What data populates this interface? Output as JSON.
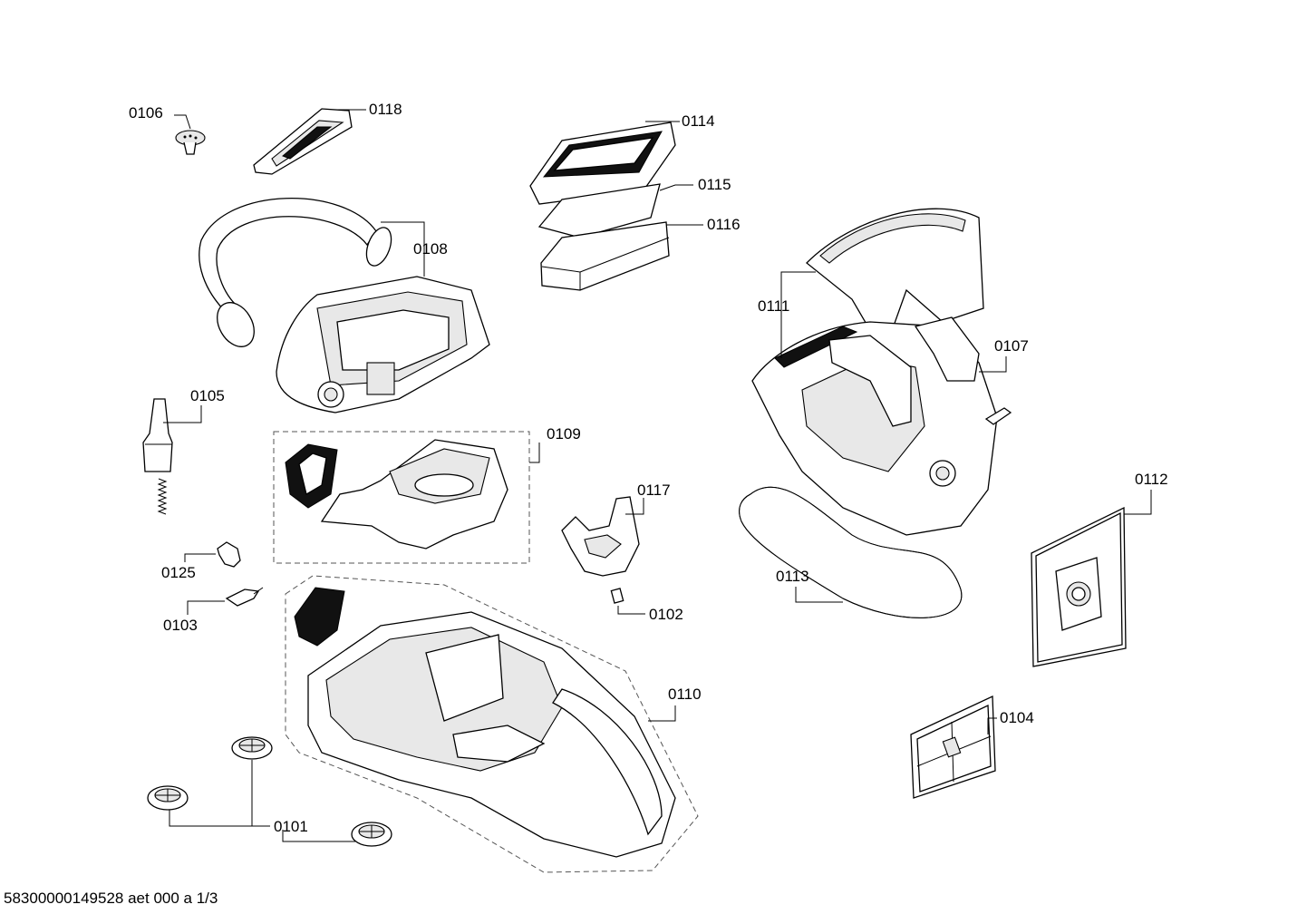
{
  "labels": {
    "p0101": "0101",
    "p0102": "0102",
    "p0103": "0103",
    "p0104": "0104",
    "p0105": "0105",
    "p0106": "0106",
    "p0107": "0107",
    "p0108": "0108",
    "p0109": "0109",
    "p0110": "0110",
    "p0111": "0111",
    "p0112": "0112",
    "p0113": "0113",
    "p0114": "0114",
    "p0115": "0115",
    "p0116": "0116",
    "p0117": "0117",
    "p0118": "0118",
    "p0125": "0125"
  },
  "footer": "58300000149528 aet 000 a 1/3"
}
